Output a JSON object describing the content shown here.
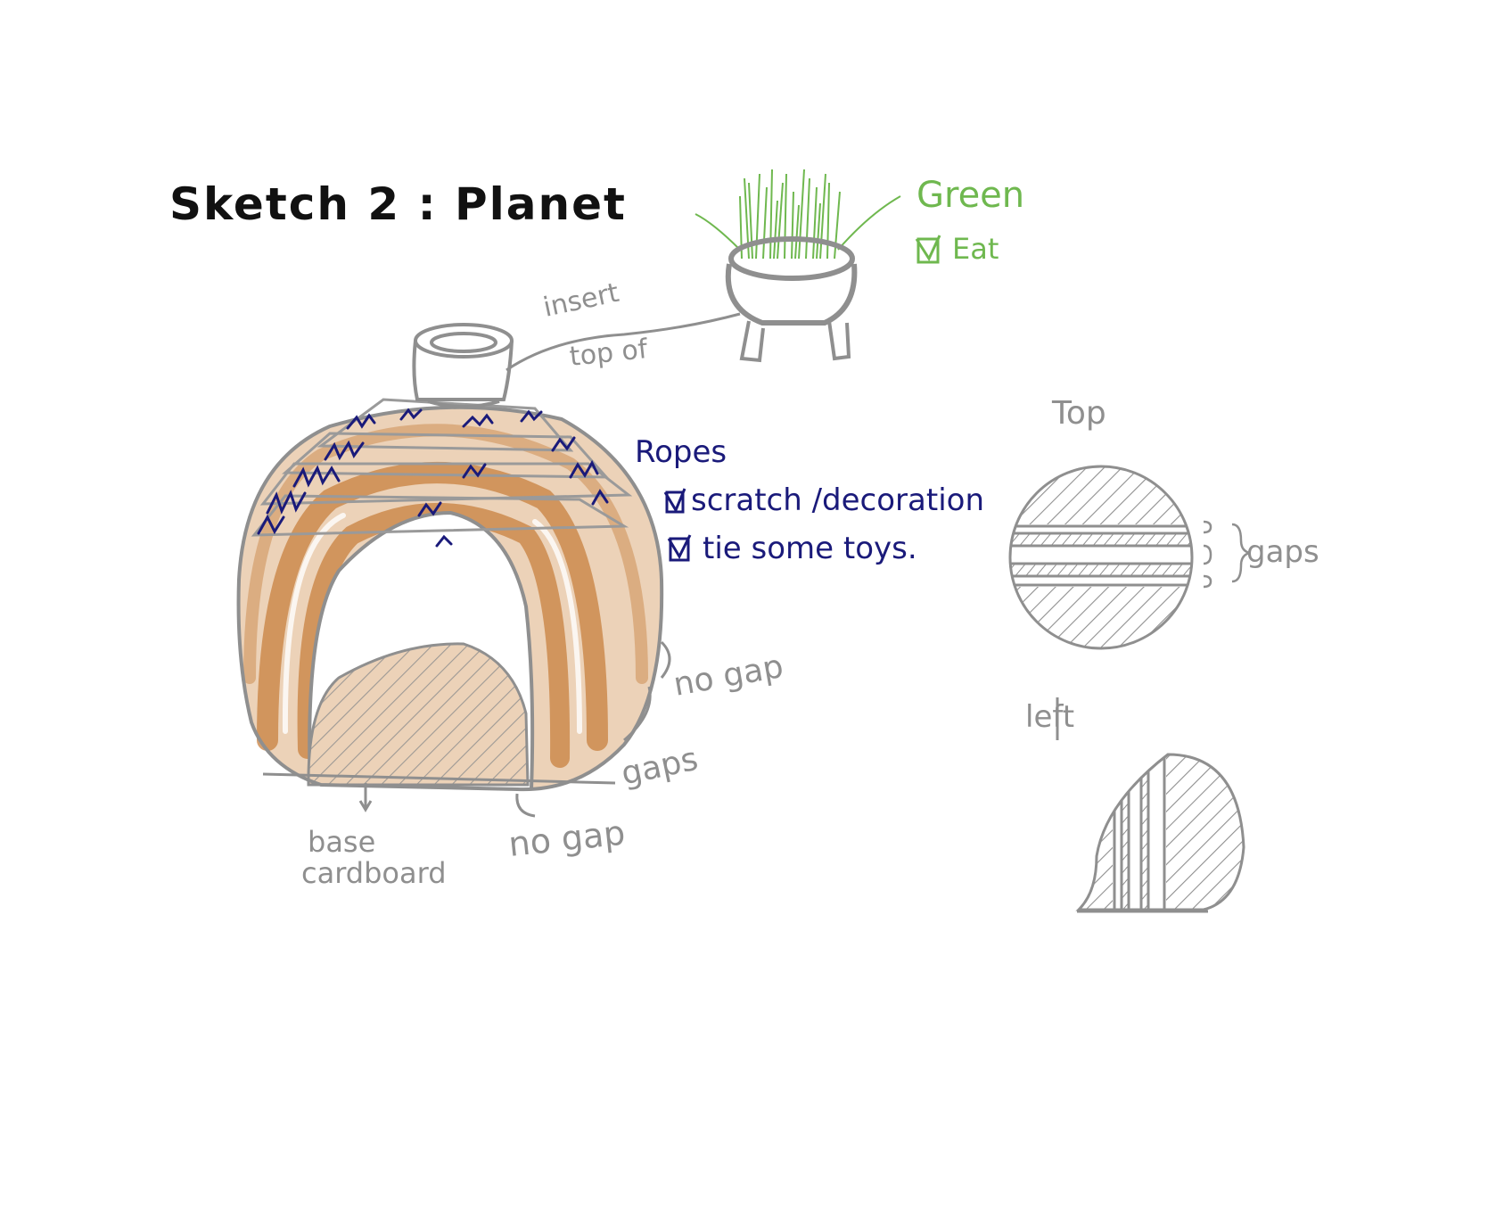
{
  "title": "Sketch 2 : Planet",
  "colors": {
    "ink": "#111111",
    "pencil": "#8f8f8f",
    "navy": "#1a1a7a",
    "green": "#6fb84f",
    "tan": "#e9c7a7",
    "rust": "#c4763c"
  },
  "pot_notes": {
    "heading": "Green",
    "check_1": "Eat"
  },
  "insert_note": {
    "line1": "insert",
    "line2": "top of"
  },
  "ropes_notes": {
    "heading": "Ropes",
    "check_1": "scratch /decoration",
    "check_2": "tie some toys."
  },
  "side_labels": {
    "no_gap_right": "no gap",
    "gaps": "gaps",
    "no_gap_bottom": "no gap",
    "base_line1": "base",
    "base_line2": "cardboard"
  },
  "views": {
    "top_label": "Top",
    "gaps_label": "gaps",
    "left_label": "left"
  },
  "icons": {
    "checkbox": "checkbox-checked-icon"
  }
}
